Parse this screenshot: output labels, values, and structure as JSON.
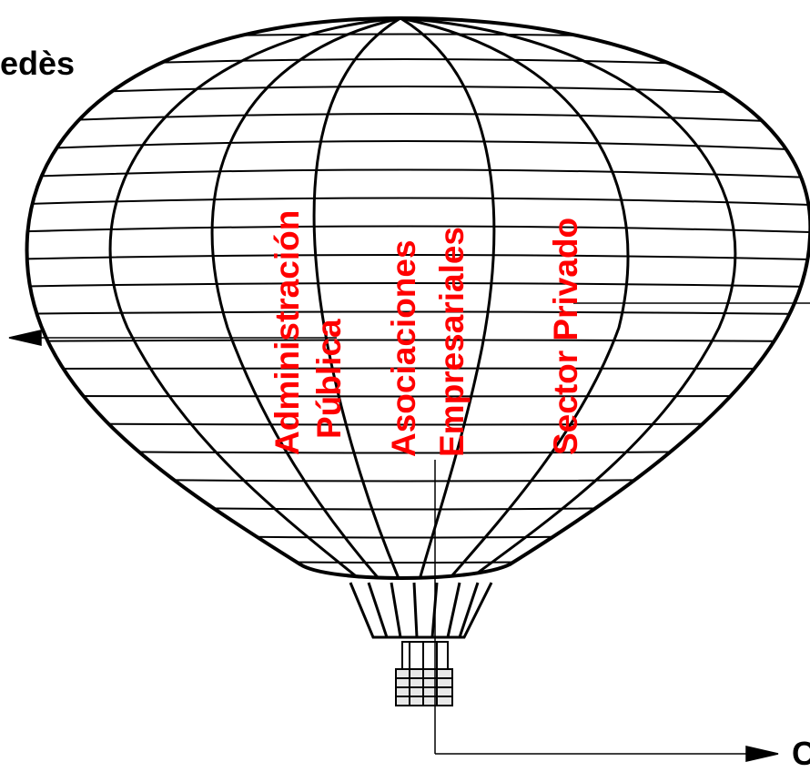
{
  "labels": {
    "top_left": "edès",
    "bottom_right": "C"
  },
  "segments": {
    "admin_line1": "Administración",
    "admin_line2": "Pública",
    "assoc_line1": "Asociaciones",
    "assoc_line2": "Empresariales",
    "private": "Sector Privado"
  },
  "colors": {
    "segment_label": "#ff0000",
    "outline": "#000000",
    "background": "#ffffff"
  }
}
